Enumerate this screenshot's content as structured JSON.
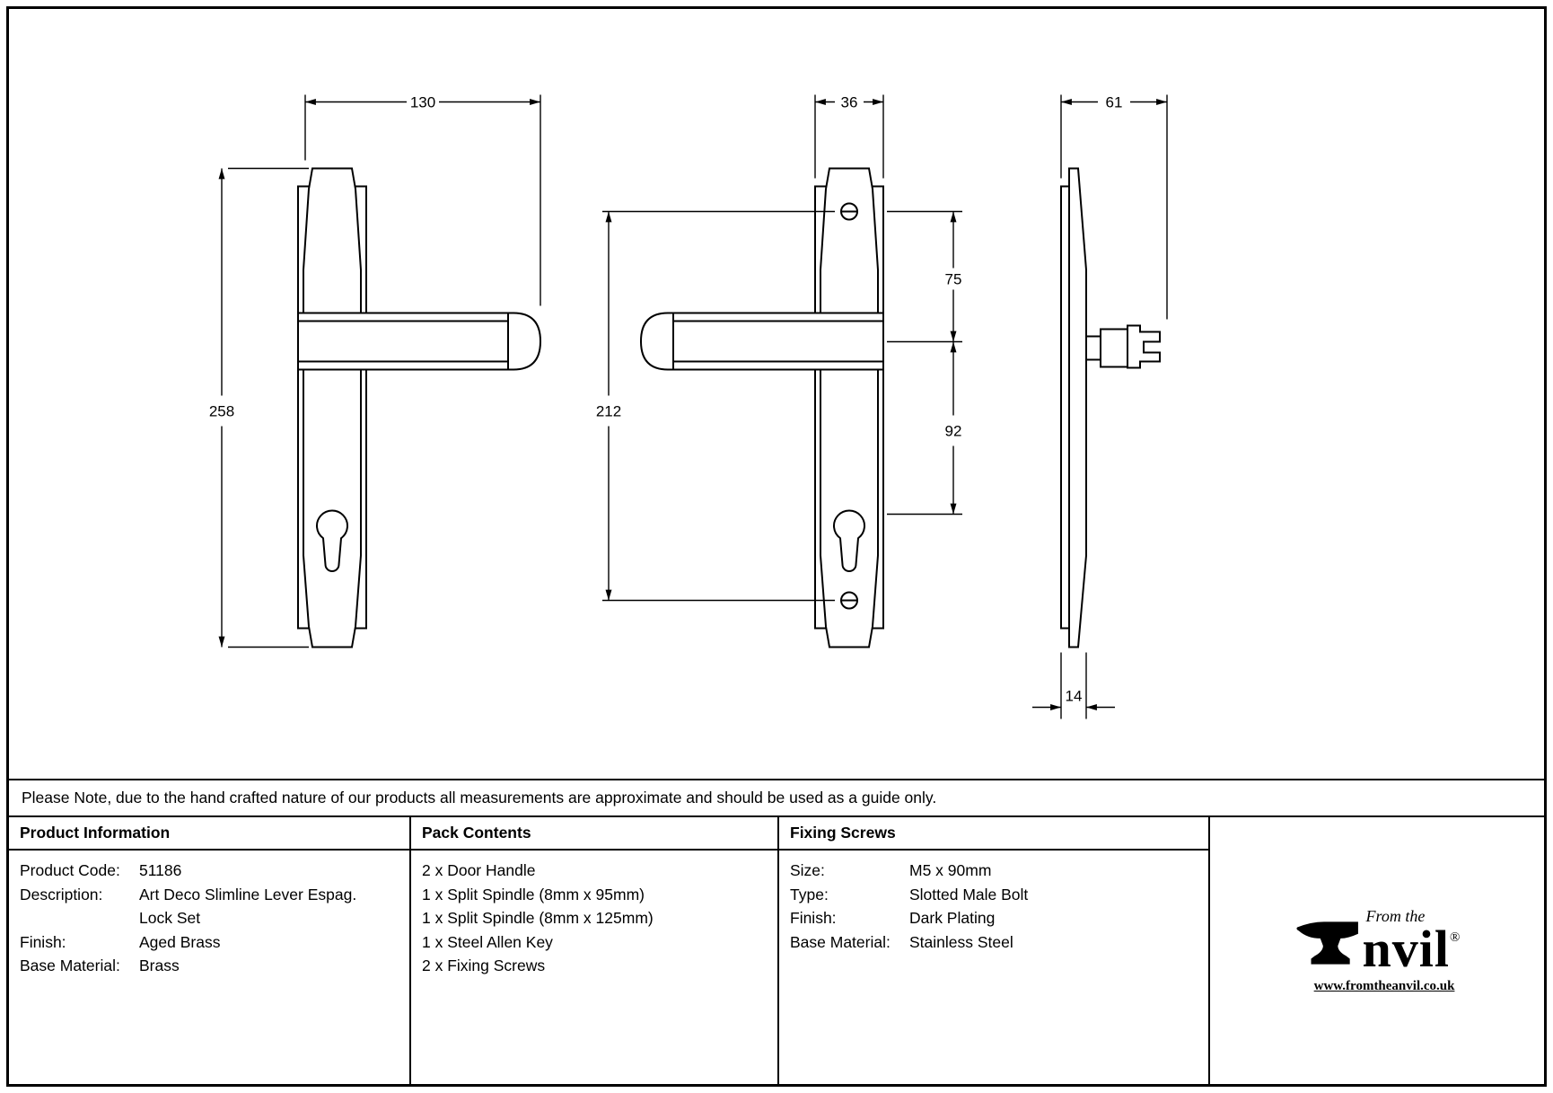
{
  "drawing": {
    "dimensions": {
      "front_width": "130",
      "front_height": "258",
      "plate_width": "36",
      "screw_centres": "212",
      "screw_to_spindle": "75",
      "spindle_to_cylinder": "92",
      "side_projection": "61",
      "plate_thickness": "14"
    }
  },
  "note": "Please Note, due to the hand crafted nature of our products all measurements are approximate and should be used as a guide only.",
  "table": {
    "product_information": {
      "header": "Product Information",
      "rows": [
        {
          "label": "Product Code:",
          "value": "51186"
        },
        {
          "label": "Description:",
          "value": "Art Deco Slimline Lever Espag. Lock Set"
        },
        {
          "label": "Finish:",
          "value": "Aged Brass"
        },
        {
          "label": "Base Material:",
          "value": "Brass"
        }
      ]
    },
    "pack_contents": {
      "header": "Pack Contents",
      "items": [
        "2 x Door Handle",
        "1 x Split Spindle (8mm x 95mm)",
        "1 x Split Spindle (8mm x 125mm)",
        "1 x Steel Allen Key",
        "2 x Fixing Screws"
      ]
    },
    "fixing_screws": {
      "header": "Fixing Screws",
      "rows": [
        {
          "label": "Size:",
          "value": "M5 x 90mm"
        },
        {
          "label": "Type:",
          "value": "Slotted Male Bolt"
        },
        {
          "label": "Finish:",
          "value": "Dark Plating"
        },
        {
          "label": "Base Material:",
          "value": "Stainless Steel"
        }
      ]
    }
  },
  "logo": {
    "tagline": "From the",
    "brand": "Anvil",
    "brand_suffix": "nvil",
    "registered_mark": "®",
    "url": "www.fromtheanvil.co.uk"
  }
}
